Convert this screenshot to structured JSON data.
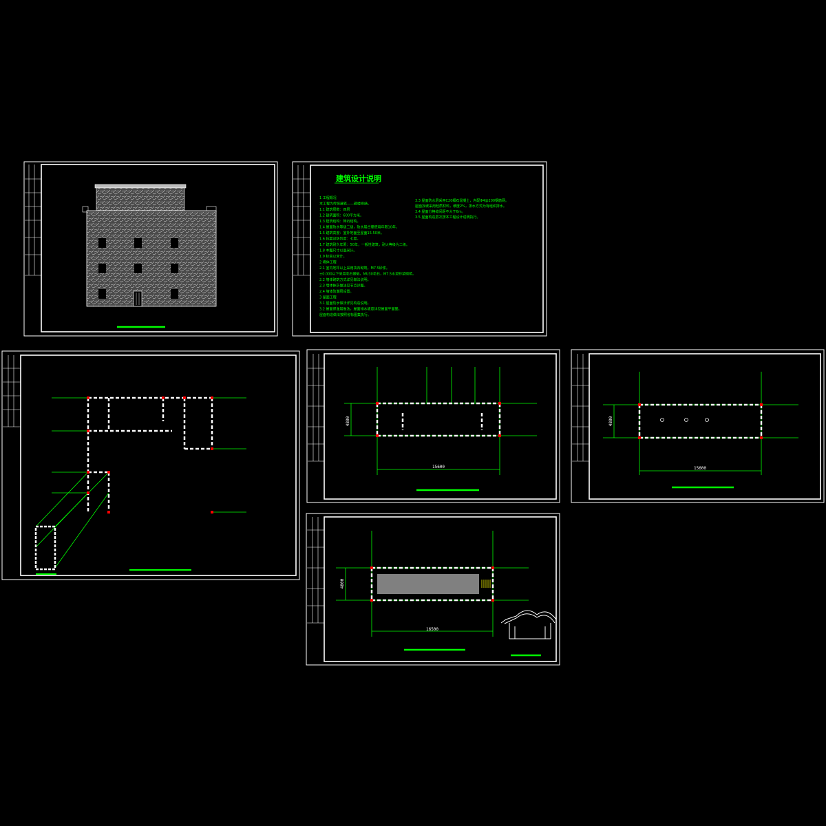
{
  "colors": {
    "background": "#000000",
    "frame": "#ffffff",
    "accent_green": "#00ff00",
    "axis_red": "#ff0000",
    "fill_gray": "#808080"
  },
  "sheet_notes": {
    "title": "建筑设计说明",
    "left_column": [
      "1  工程概况",
      "本工程为传统建筑——碉楼修缮。",
      "1.1  建筑层数：四层",
      "1.2  建筑面积：600平方米。",
      "1.3  建筑结构：砖石结构。",
      "1.4  屋面防水等级二级，防水层合理使用年限10年。",
      "1.5  建筑高度：室外地面至屋面15.50米。",
      "1.6  抗震设防烈度：七度。",
      "1.7  建筑耐久年限：50年，一般性建筑，耐火等级为二级。",
      "1.8  本图尺寸以毫米计。",
      "1.9  标高以米计。",
      "2  墙体工程",
      "2.1  室内地坪以上采用块石砌筑，M7.5砂浆。",
      "±0.000以下采用毛石基础，MU30毛石，M7.5水泥砂浆砌筑。",
      "2.2  墙体砌筑方式详见做法说明。",
      "2.3  墙体抹灰做法见节点详图。",
      "2.4  墙体防潮层设置。",
      "3  屋面工程",
      "3.1  屋面防水做法详见构造说明。",
      "3.2  屋面保温层做法，屋面排水坡度详见屋面平面图。",
      "屋面构造做法按照省标图集执行。"
    ],
    "right_column": [
      "3.3  屋面防水层采用C20细石混凝土，内配Φ4@200钢筋网。",
      "屋面找坡采用轻质材料，坡度2%，排水方式为有组织排水。",
      "3.4  屋面分格缝间距不大于6m。",
      "3.5  屋面构造层次按本工程设计说明执行。"
    ]
  },
  "plans": {
    "plan_b_width": "15600",
    "plan_b_height": "4800",
    "plan_c_width": "15600",
    "plan_c_height": "4800",
    "plan_d_width": "16500",
    "plan_d_height": "4800"
  }
}
